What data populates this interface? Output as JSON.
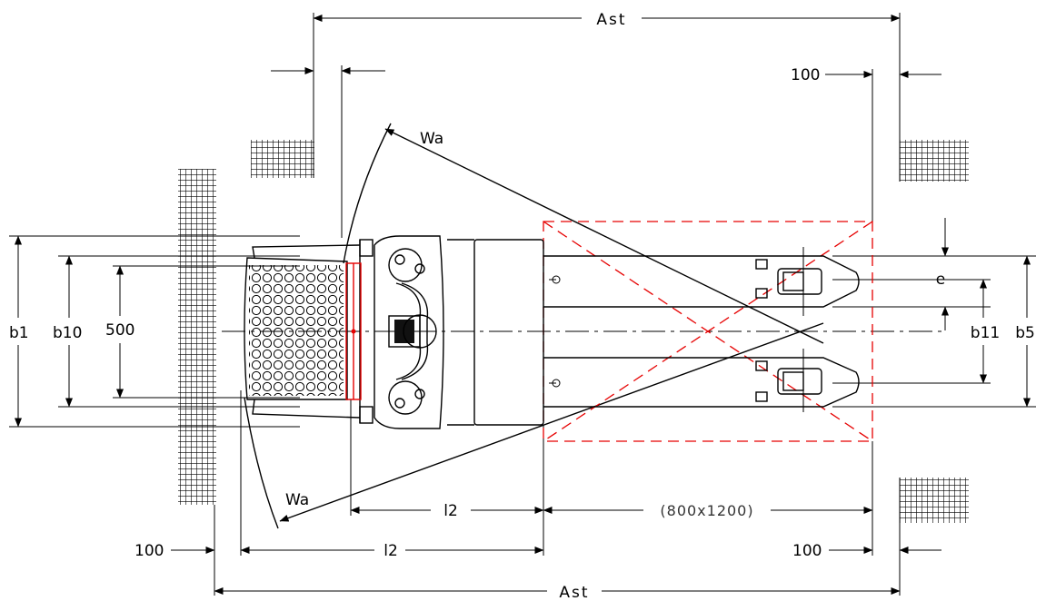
{
  "labels": {
    "ast_top": "Ast",
    "ast_bottom": "Ast",
    "wa_top": "Wa",
    "wa_bottom": "Wa",
    "clearance_top_right": "100",
    "clearance_bottom_left": "100",
    "clearance_bottom_right": "100",
    "b1": "b1",
    "b10": "b10",
    "seat_width": "500",
    "l2_upper": "l2",
    "l2_lower": "l2",
    "pallet": "(800x1200)",
    "e": "e",
    "b11": "b11",
    "b5": "b5"
  },
  "colors": {
    "line": "#000000",
    "pallet": "#e60000",
    "background": "#ffffff"
  }
}
